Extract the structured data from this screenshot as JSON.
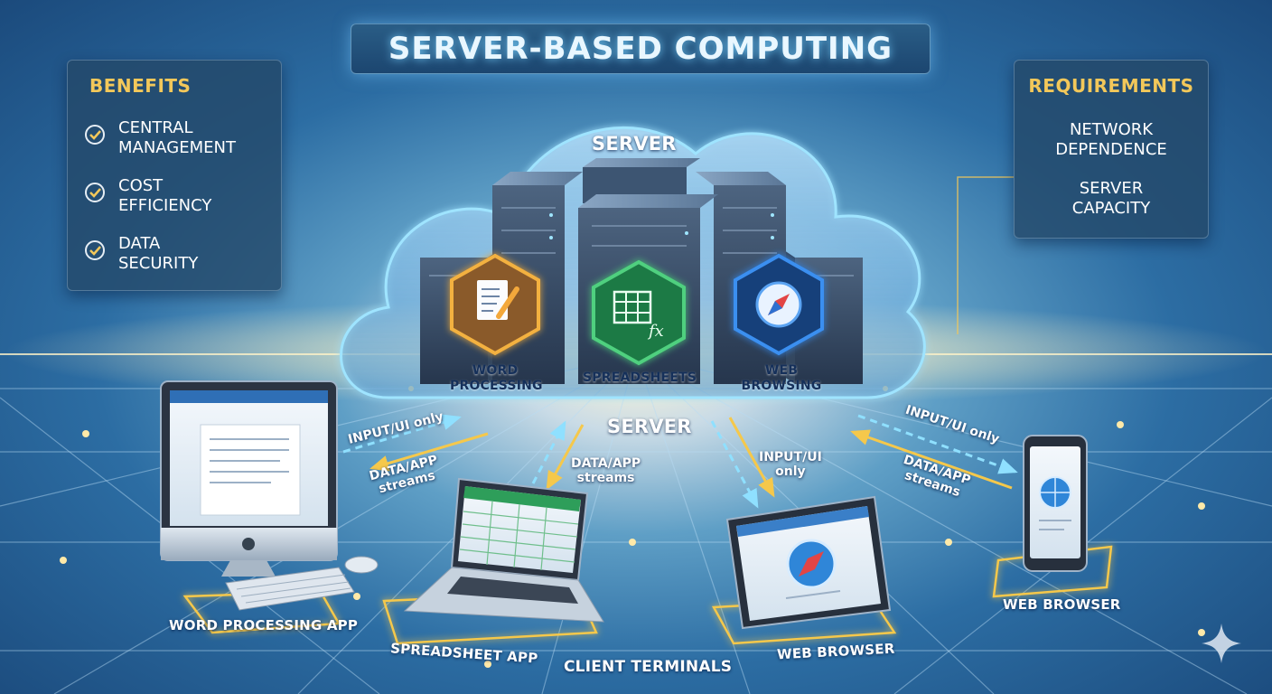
{
  "title": "SERVER-BASED COMPUTING",
  "benefits": {
    "heading": "BENEFITS",
    "items": [
      {
        "icon": "check-circle-icon",
        "line1": "CENTRAL",
        "line2": "MANAGEMENT"
      },
      {
        "icon": "check-circle-icon",
        "line1": "COST",
        "line2": "EFFICIENCY"
      },
      {
        "icon": "check-circle-icon",
        "line1": "DATA",
        "line2": "SECURITY"
      }
    ]
  },
  "requirements": {
    "heading": "REQUIREMENTS",
    "items": [
      {
        "line1": "NETWORK",
        "line2": "DEPENDENCE"
      },
      {
        "line1": "SERVER",
        "line2": "CAPACITY"
      }
    ]
  },
  "server": {
    "label_top": "SERVER",
    "label_bottom": "SERVER",
    "apps": [
      {
        "icon": "document-pencil-icon",
        "line1": "WORD",
        "line2": "PROCESSING",
        "color": "#e8a53a"
      },
      {
        "icon": "spreadsheet-fx-icon",
        "line1": "SPREADSHEETS",
        "line2": "",
        "color": "#3bb86a"
      },
      {
        "icon": "compass-icon",
        "line1": "WEB",
        "line2": "BROWSING",
        "color": "#2f7fd6"
      }
    ]
  },
  "flows": {
    "left_input": "INPUT/UI only",
    "left_data_1": "DATA/APP",
    "left_data_2": "streams",
    "mid_data_1": "DATA/APP",
    "mid_data_2": "streams",
    "mid_input_1": "INPUT/UI",
    "mid_input_2": "only",
    "right_input": "INPUT/UI only",
    "right_data_1": "DATA/APP",
    "right_data_2": "streams"
  },
  "clients": {
    "desktop": "WORD PROCESSING APP",
    "laptop": "SPREADSHEET APP",
    "tablet": "WEB BROWSER",
    "phone": "WEB BROWSER",
    "group": "CLIENT TERMINALS"
  },
  "colors": {
    "accent_gold": "#f3c85a",
    "glow_cyan": "#7fd8ff",
    "arrow_gold": "#f5c84b"
  }
}
